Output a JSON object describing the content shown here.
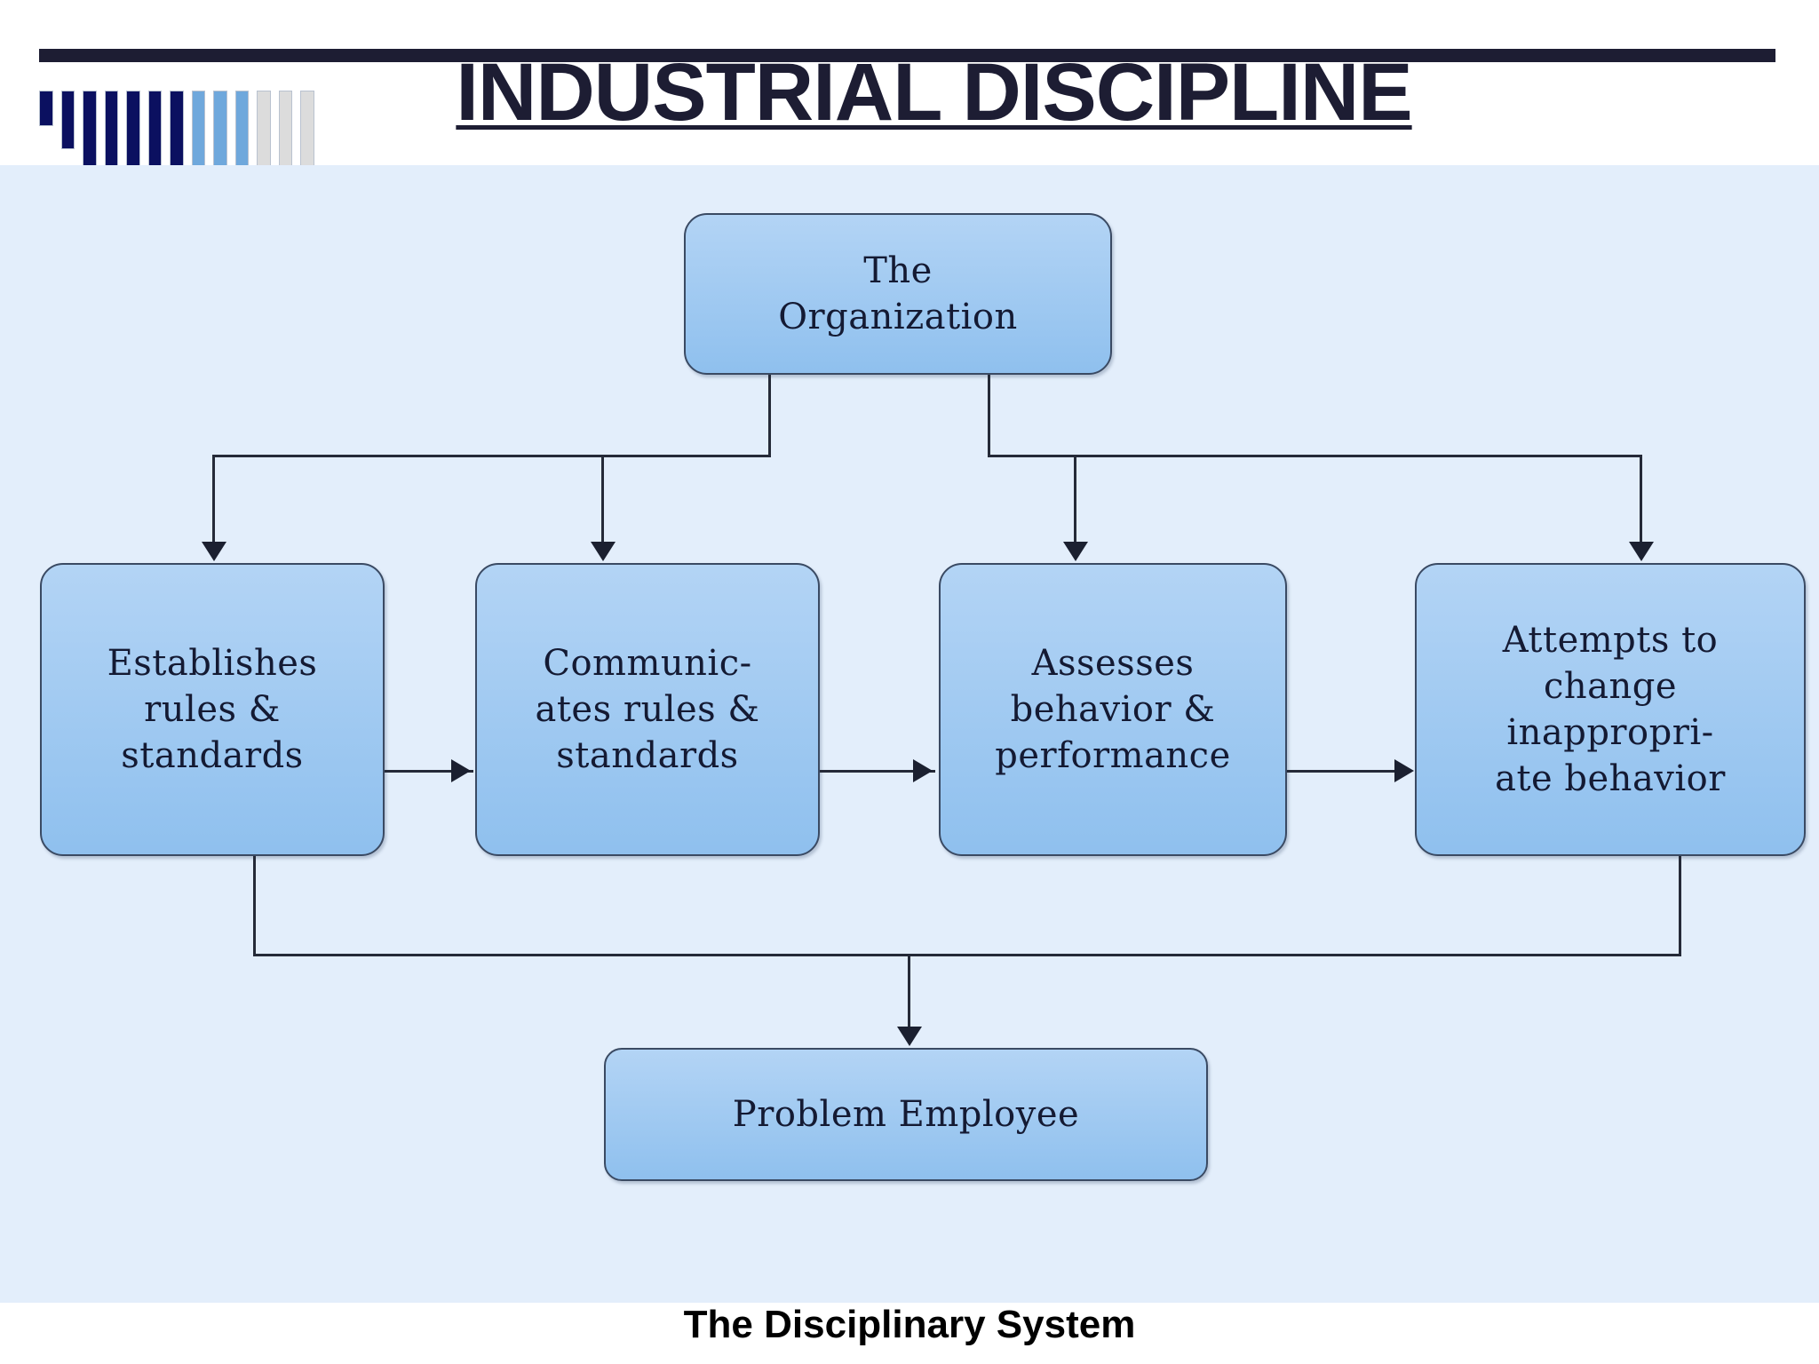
{
  "header": {
    "title": "INDUSTRIAL DISCIPLINE",
    "rule_color": "#1d1d33",
    "title_color": "#1d1d33",
    "logo_name": "barcode-logo",
    "logo_bars": [
      {
        "color": "#0b1060",
        "height": 40
      },
      {
        "color": "#0b1060",
        "height": 66
      },
      {
        "color": "#0b1060",
        "height": 88
      },
      {
        "color": "#0b1060",
        "height": 88
      },
      {
        "color": "#0b1060",
        "height": 88
      },
      {
        "color": "#0b1060",
        "height": 88
      },
      {
        "color": "#0b1060",
        "height": 88
      },
      {
        "color": "#6fa8dc",
        "height": 88
      },
      {
        "color": "#6fa8dc",
        "height": 88
      },
      {
        "color": "#6fa8dc",
        "height": 88
      },
      {
        "color": "#dcdcdc",
        "height": 88
      },
      {
        "color": "#dcdcdc",
        "height": 88
      },
      {
        "color": "#dcdcdc",
        "height": 88
      }
    ]
  },
  "panel": {
    "background_color": "#e3eefb"
  },
  "diagram": {
    "node_fill_start": "#b3d4f5",
    "node_fill_end": "#8fc0ee",
    "node_border": "#3a4a63",
    "connector_color": "#252a38",
    "root": {
      "label": "The\nOrganization",
      "line1": "The",
      "line2": "Organization"
    },
    "stages": [
      {
        "id": "establishes",
        "line1": "Establishes",
        "line2": "rules &",
        "line3": "standards"
      },
      {
        "id": "communicates",
        "line1": "Communic-",
        "line2": "ates rules &",
        "line3": "standards"
      },
      {
        "id": "assesses",
        "line1": "Assesses",
        "line2": "behavior &",
        "line3": "performance"
      },
      {
        "id": "attempts",
        "line1": "Attempts to",
        "line2": "change",
        "line3": "inappropri-",
        "line4": "ate behavior"
      }
    ],
    "outcome": {
      "label": "Problem Employee"
    }
  },
  "caption": {
    "text": "The Disciplinary System"
  }
}
